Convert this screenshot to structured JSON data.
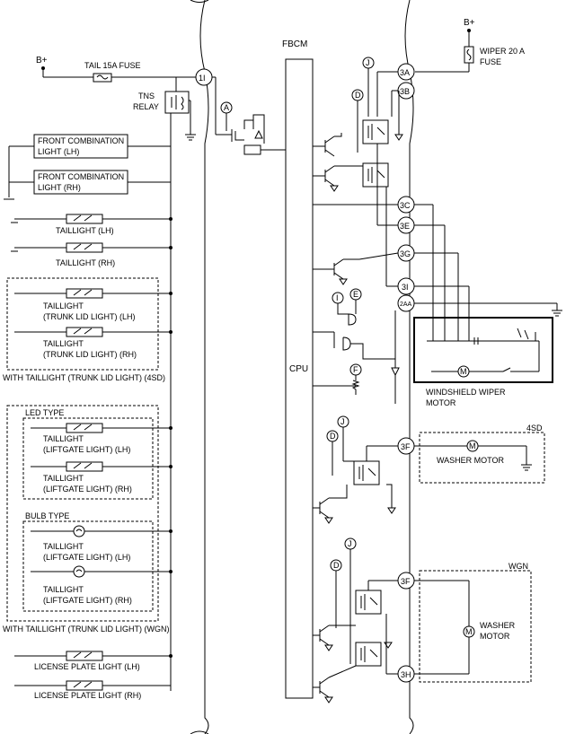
{
  "labels": {
    "bplus_left": "B+",
    "bplus_right": "B+",
    "tail_fuse": "TAIL 15A FUSE",
    "tns_relay_1": "TNS",
    "tns_relay_2": "RELAY",
    "wiper_fuse_1": "WIPER 20 A",
    "wiper_fuse_2": "FUSE",
    "fbcm": "FBCM",
    "cpu": "CPU",
    "front_lh_1": "FRONT COMBINATION",
    "front_lh_2": "LIGHT (LH)",
    "front_rh_1": "FRONT COMBINATION",
    "front_rh_2": "LIGHT (RH)",
    "taillight_lh": "TAILLIGHT (LH)",
    "taillight_rh": "TAILLIGHT (RH)",
    "trunk_lh_1": "TAILLIGHT",
    "trunk_lh_2": "(TRUNK LID LIGHT) (LH)",
    "trunk_rh_1": "TAILLIGHT",
    "trunk_rh_2": "(TRUNK LID LIGHT) (RH)",
    "with_trunk_4sd": "WITH TAILLIGHT (TRUNK LID LIGHT) (4SD)",
    "led_type": "LED TYPE",
    "led_lh_1": "TAILLIGHT",
    "led_lh_2": "(LIFTGATE LIGHT) (LH)",
    "led_rh_1": "TAILLIGHT",
    "led_rh_2": "(LIFTGATE LIGHT) (RH)",
    "bulb_type": "BULB TYPE",
    "bulb_lh_1": "TAILLIGHT",
    "bulb_lh_2": "(LIFTGATE LIGHT) (LH)",
    "bulb_rh_1": "TAILLIGHT",
    "bulb_rh_2": "(LIFTGATE LIGHT) (RH)",
    "with_trunk_wgn": "WITH TAILLIGHT (TRUNK LID LIGHT) (WGN)",
    "license_lh": "LICENSE PLATE LIGHT (LH)",
    "license_rh": "LICENSE PLATE LIGHT (RH)",
    "wiper_motor_1": "WINDSHIELD WIPER",
    "wiper_motor_2": "MOTOR",
    "washer_4sd_tag": "4SD",
    "washer_4sd": "WASHER MOTOR",
    "wgn_tag": "WGN",
    "washer_wgn_1": "WASHER",
    "washer_wgn_2": "MOTOR",
    "motor_symbol": "M"
  },
  "terminals": {
    "t1i": "1I",
    "t3a": "3A",
    "t3b": "3B",
    "t3c": "3C",
    "t3e": "3E",
    "t3g": "3G",
    "t3i": "3I",
    "t2aa": "2AA",
    "t3f_4sd": "3F",
    "t3f_wgn": "3F",
    "t3h": "3H"
  },
  "refs": {
    "a": "A",
    "j1": "J",
    "d1": "D",
    "i": "I",
    "e": "E",
    "f": "F",
    "j2": "J",
    "d2": "D",
    "j3": "J",
    "d3": "D"
  }
}
